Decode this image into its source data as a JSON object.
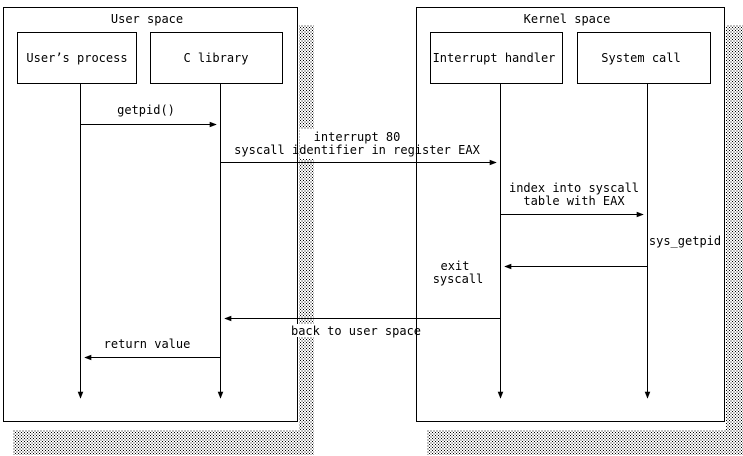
{
  "spaces": {
    "user": {
      "title": "User space"
    },
    "kernel": {
      "title": "Kernel space"
    }
  },
  "lanes": {
    "user_process": "User’s process",
    "c_library": "C library",
    "interrupt_handler": "Interrupt handler",
    "system_call": "System call"
  },
  "messages": {
    "getpid": "getpid()",
    "interrupt_line1": "interrupt 80",
    "interrupt_line2": "syscall identifier in register EAX",
    "index_line1": "index into syscall",
    "index_line2": "table with EAX",
    "sys_getpid": "sys_getpid",
    "exit_line1": "exit",
    "exit_line2": "syscall",
    "back_to_user": "back to user space",
    "return_value": "return value"
  }
}
